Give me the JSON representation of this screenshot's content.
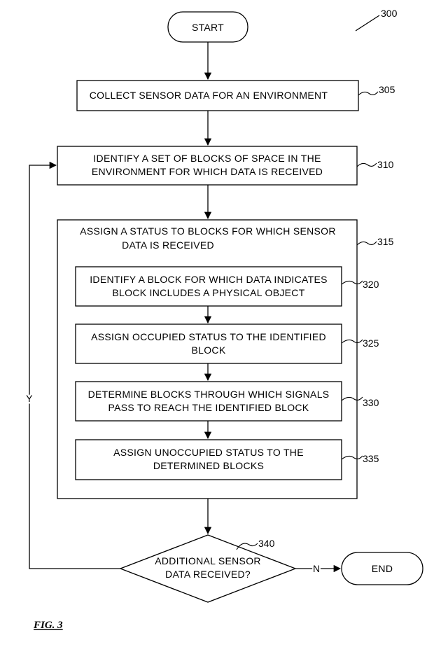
{
  "figure_ref": "300",
  "figure_label": "FIG. 3",
  "nodes": {
    "start": {
      "label": "START"
    },
    "n305": {
      "line1": "COLLECT SENSOR DATA FOR AN ENVIRONMENT",
      "ref": "305"
    },
    "n310": {
      "line1": "IDENTIFY A SET OF BLOCKS OF SPACE IN THE",
      "line2": "ENVIRONMENT FOR WHICH DATA IS RECEIVED",
      "ref": "310"
    },
    "n315": {
      "line1": "ASSIGN A STATUS TO BLOCKS FOR WHICH SENSOR",
      "line2": "DATA IS RECEIVED",
      "ref": "315"
    },
    "n320": {
      "line1": "IDENTIFY A BLOCK FOR WHICH DATA INDICATES",
      "line2": "BLOCK INCLUDES A PHYSICAL OBJECT",
      "ref": "320"
    },
    "n325": {
      "line1": "ASSIGN OCCUPIED STATUS TO THE IDENTIFIED",
      "line2": "BLOCK",
      "ref": "325"
    },
    "n330": {
      "line1": "DETERMINE BLOCKS THROUGH WHICH SIGNALS",
      "line2": "PASS TO REACH THE IDENTIFIED BLOCK",
      "ref": "330"
    },
    "n335": {
      "line1": "ASSIGN UNOCCUPIED STATUS TO THE",
      "line2": "DETERMINED BLOCKS",
      "ref": "335"
    },
    "n340": {
      "line1": "ADDITIONAL SENSOR",
      "line2": "DATA RECEIVED?",
      "ref": "340"
    },
    "end": {
      "label": "END"
    }
  },
  "edges": {
    "yes_label": "Y",
    "no_label": "N"
  }
}
